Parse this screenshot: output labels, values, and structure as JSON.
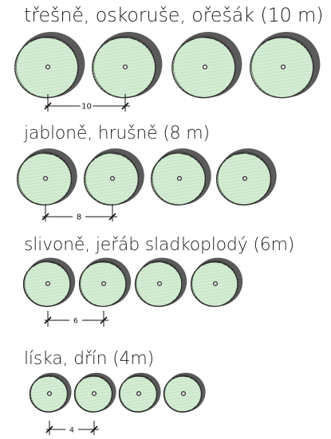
{
  "rows": [
    {
      "title": "třešně, oskoruše, ořešák (10 m)",
      "spacing_label": "10",
      "tree_count": 4
    },
    {
      "title": "jabloně, hrušně (8 m)",
      "spacing_label": "8",
      "tree_count": 4
    },
    {
      "title": "slivoně, jeřáb sladkoplodý (6m)",
      "spacing_label": "6",
      "tree_count": 4
    },
    {
      "title": "líska,  dřín (4m)",
      "spacing_label": "4",
      "tree_count": 4
    }
  ],
  "colors": {
    "canopy_fill": "#d3ecd3",
    "canopy_shadow": "#5a5a5a",
    "outline": "#2b2b2b",
    "hatch": "#bfe0bf",
    "text": "#1f1f1f"
  },
  "icons": {
    "tree": "tree-canopy-icon",
    "dimension": "dimension-line-icon"
  }
}
